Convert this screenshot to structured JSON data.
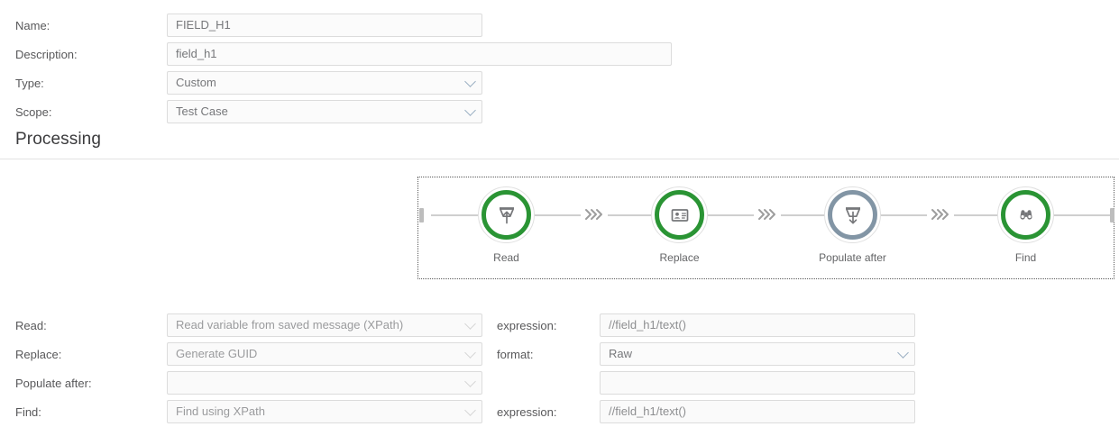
{
  "form": {
    "name": {
      "label": "Name:",
      "value": "FIELD_H1"
    },
    "description": {
      "label": "Description:",
      "value": "field_h1"
    },
    "type": {
      "label": "Type:",
      "value": "Custom"
    },
    "scope": {
      "label": "Scope:",
      "value": "Test Case"
    }
  },
  "processing": {
    "heading": "Processing",
    "pipeline": {
      "steps": [
        {
          "label": "Read",
          "icon": "tray-arrow-up-icon",
          "state": "active",
          "color": "#2a9434"
        },
        {
          "label": "Replace",
          "icon": "id-card-icon",
          "state": "active",
          "color": "#2a9434"
        },
        {
          "label": "Populate after",
          "icon": "tray-arrow-down-icon",
          "state": "inactive",
          "color": "#8295a5"
        },
        {
          "label": "Find",
          "icon": "binoculars-icon",
          "state": "active",
          "color": "#2a9434"
        }
      ],
      "connector_icon": "triple-chevron-right-icon"
    },
    "rows": {
      "read": {
        "label": "Read:",
        "action": "Read variable from saved message (XPath)",
        "action_enabled": false,
        "param_label": "expression:",
        "param_value": "//field_h1/text()",
        "param_enabled": false
      },
      "replace": {
        "label": "Replace:",
        "action": "Generate GUID",
        "action_enabled": false,
        "param_label": "format:",
        "param_value": "Raw",
        "param_enabled": true
      },
      "populate_after": {
        "label": "Populate after:",
        "action": "",
        "action_enabled": false,
        "param_label": "",
        "param_value": "",
        "param_enabled": false
      },
      "find": {
        "label": "Find:",
        "action": "Find using XPath",
        "action_enabled": false,
        "param_label": "expression:",
        "param_value": "//field_h1/text()",
        "param_enabled": false
      }
    }
  }
}
